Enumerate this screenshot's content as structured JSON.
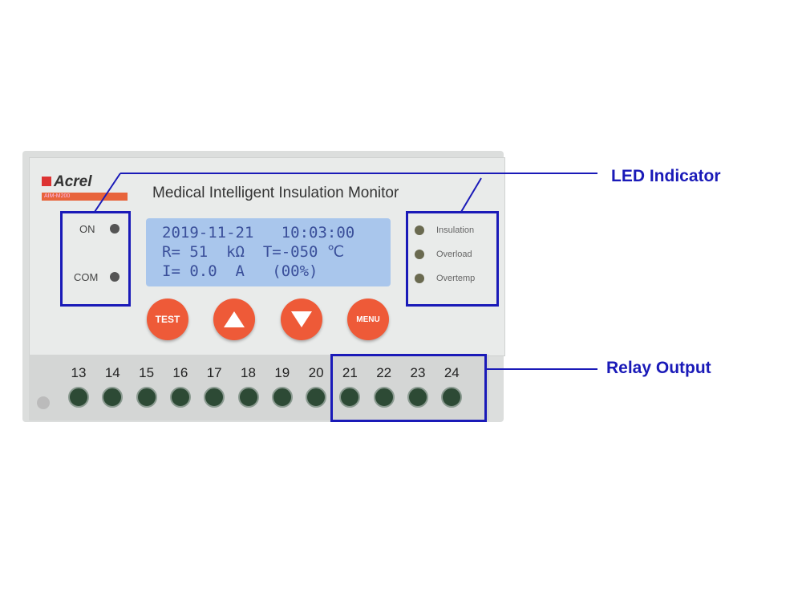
{
  "device": {
    "brand": "Acrel",
    "model": "AIM-M200",
    "title": "Medical Intelligent Insulation Monitor",
    "lcd": {
      "line1": "2019-11-21   10:03:00",
      "line2": "R= 51  kΩ  T=-050 ℃",
      "line3": "I= 0.0  A   (00%)"
    },
    "left_leds": [
      {
        "label": "ON"
      },
      {
        "label": "COM"
      }
    ],
    "right_leds": [
      {
        "label": "Insulation"
      },
      {
        "label": "Overload"
      },
      {
        "label": "Overtemp"
      }
    ],
    "buttons": {
      "test": "TEST",
      "menu": "MENU"
    },
    "terminals": [
      "13",
      "14",
      "15",
      "16",
      "17",
      "18",
      "19",
      "20",
      "21",
      "22",
      "23",
      "24"
    ]
  },
  "annotations": {
    "led": "LED Indicator",
    "relay": "Relay Output"
  },
  "colors": {
    "annotation": "#1a1ab8",
    "button": "#ee5a38",
    "lcd": "#a9c6ec"
  }
}
